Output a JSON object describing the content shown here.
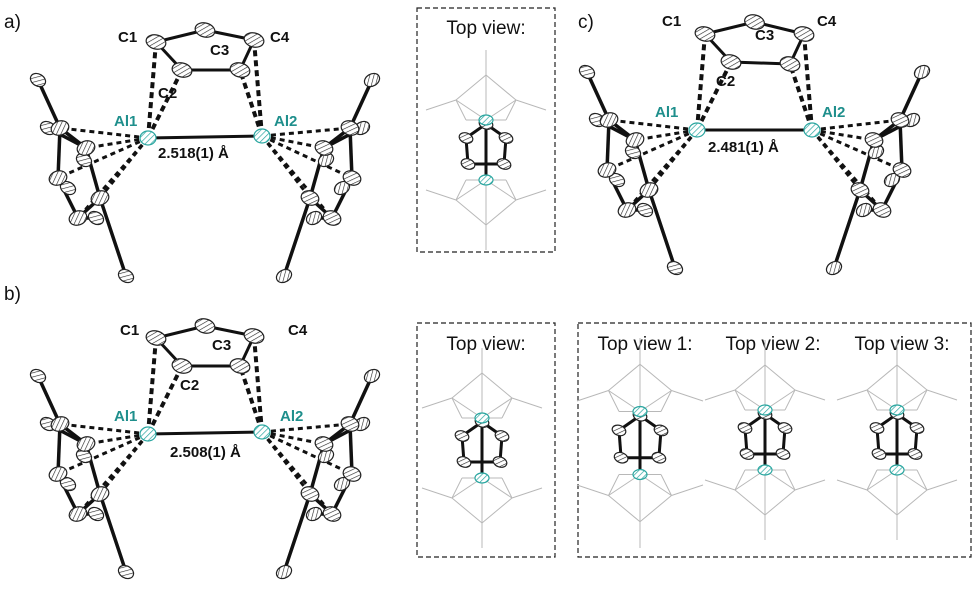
{
  "panels": {
    "a": {
      "letter": "a)",
      "atoms": {
        "c1": "C1",
        "c2": "C2",
        "c3": "C3",
        "c4": "C4",
        "al1": "Al1",
        "al2": "Al2"
      },
      "distance": "2.518(1) Å",
      "inset_title": "Top view:"
    },
    "b": {
      "letter": "b)",
      "atoms": {
        "c1": "C1",
        "c2": "C2",
        "c3": "C3",
        "c4": "C4",
        "al1": "Al1",
        "al2": "Al2"
      },
      "distance": "2.508(1) Å",
      "inset_title": "Top view:"
    },
    "c": {
      "letter": "c)",
      "atoms": {
        "c1": "C1",
        "c2": "C2",
        "c3": "C3",
        "c4": "C4",
        "al1": "Al1",
        "al2": "Al2"
      },
      "distance": "2.481(1) Å",
      "inset_titles": [
        "Top view 1:",
        "Top view 2:",
        "Top view 3:"
      ]
    }
  },
  "colors": {
    "aluminum": "#2aa6a0",
    "carbon_bond": "#111111",
    "ligand_wire": "#b8b8b8"
  }
}
